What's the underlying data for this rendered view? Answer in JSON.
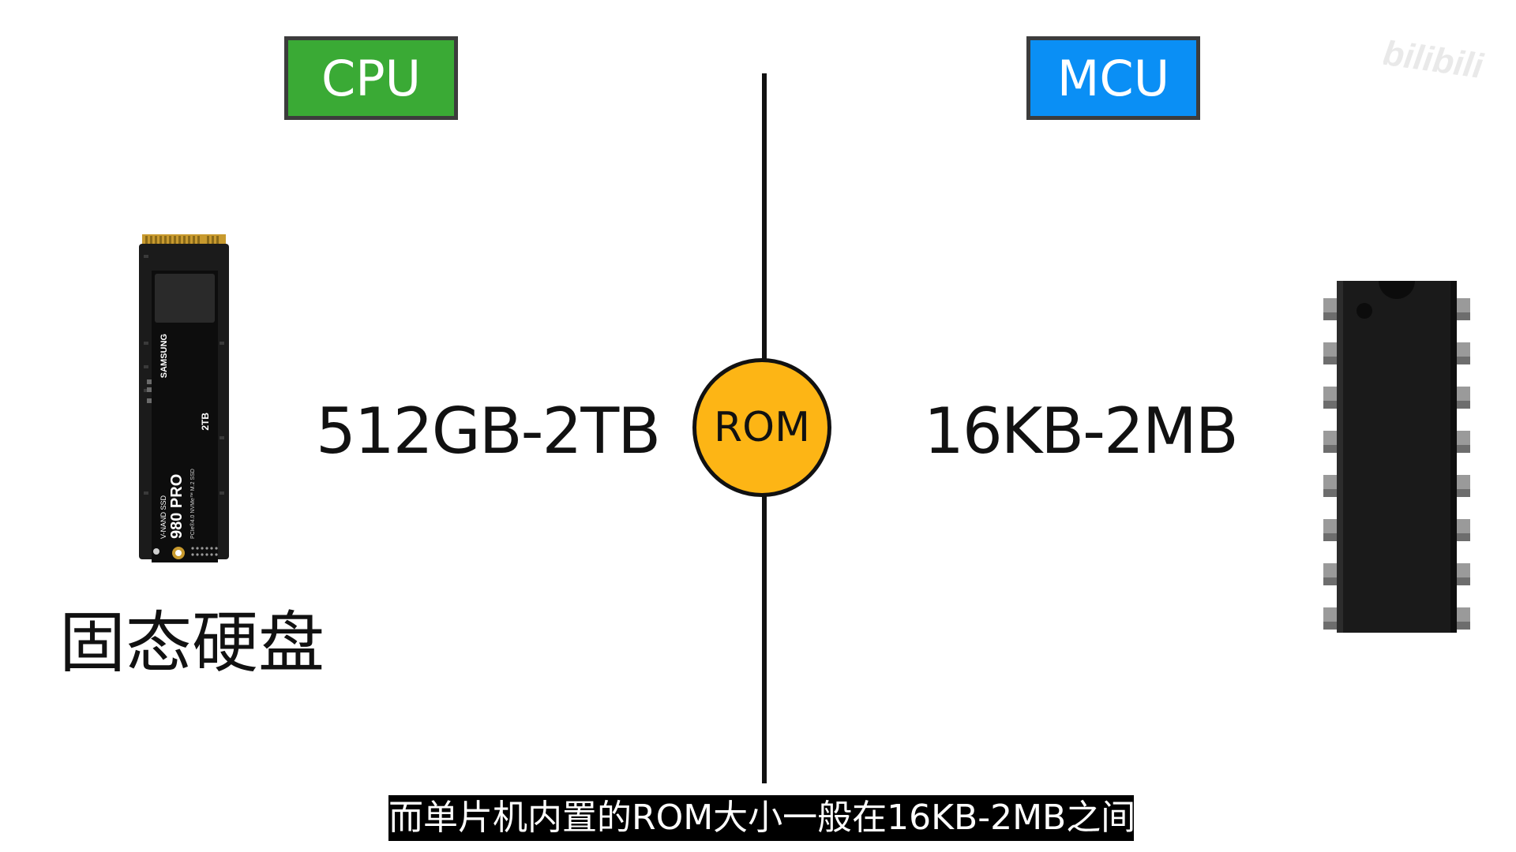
{
  "left": {
    "tag": "CPU",
    "tag_color": "#3aaa35",
    "capacity": "512GB-2TB",
    "device_label": "固态硬盘",
    "device_icon": "ssd-m2-icon",
    "ssd_brand": "SAMSUNG",
    "ssd_model": "980 PRO",
    "ssd_capacity": "2TB",
    "ssd_type": "V-NAND SSD",
    "ssd_interface": "PCIe®4.0 NVMe™ M.2 SSD"
  },
  "center": {
    "badge": "ROM",
    "badge_color": "#fdb515"
  },
  "right": {
    "tag": "MCU",
    "tag_color": "#0a8ff5",
    "capacity": "16KB-2MB",
    "device_icon": "dip-chip-icon"
  },
  "watermark": "bilibili",
  "subtitle": "而单片机内置的ROM大小一般在16KB-2MB之间"
}
